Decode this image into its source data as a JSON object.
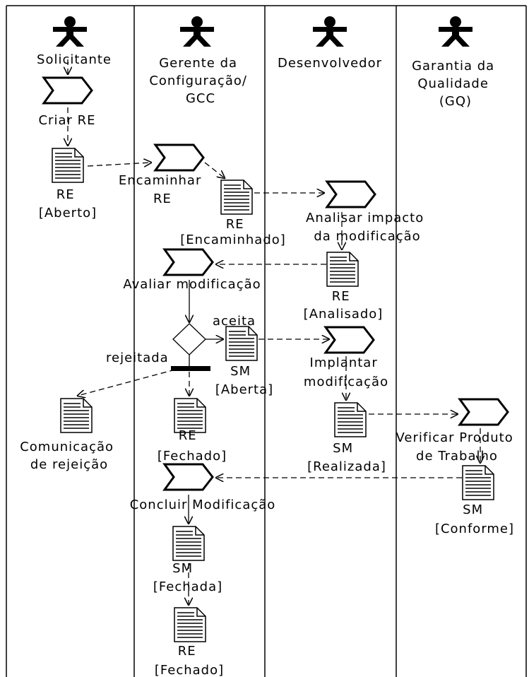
{
  "lanes": {
    "solicitante": "Solicitante",
    "gerente": [
      "Gerente da",
      "Configuração/",
      "GCC"
    ],
    "desenvolvedor": "Desenvolvedor",
    "garantia": [
      "Garantia da",
      "Qualidade",
      "(GQ)"
    ]
  },
  "activities": {
    "criar_re": "Criar RE",
    "encaminhar_re": [
      "Encaminhar",
      "RE"
    ],
    "analisar_impacto": [
      "Analisar impacto",
      "da modificação"
    ],
    "avaliar_modificacao": "Avaliar modificação",
    "implantar_modificacao": [
      "Implantar",
      "modificação"
    ],
    "verificar_produto": [
      "Verificar Produto",
      "de Trabalho"
    ],
    "concluir_modificacao": "Concluir Modificação"
  },
  "documents": {
    "re_aberto": [
      "RE",
      "[Aberto]"
    ],
    "re_encaminhado": [
      "RE",
      "[Encaminhado]"
    ],
    "re_analisado": [
      "RE",
      "[Analisado]"
    ],
    "sm_aberta": [
      "SM",
      "[Aberta]"
    ],
    "comunicacao_rejeicao": [
      "Comunicação",
      "de rejeição"
    ],
    "re_fechado_1": [
      "RE",
      "[Fechado]"
    ],
    "sm_realizada": [
      "SM",
      "[Realizada]"
    ],
    "sm_conforme": [
      "SM",
      "[Conforme]"
    ],
    "sm_fechada": [
      "SM",
      "[Fechada]"
    ],
    "re_fechado_2": [
      "RE",
      "[Fechado]"
    ]
  },
  "guards": {
    "aceita": "aceita",
    "rejeitada": "rejeitada"
  }
}
